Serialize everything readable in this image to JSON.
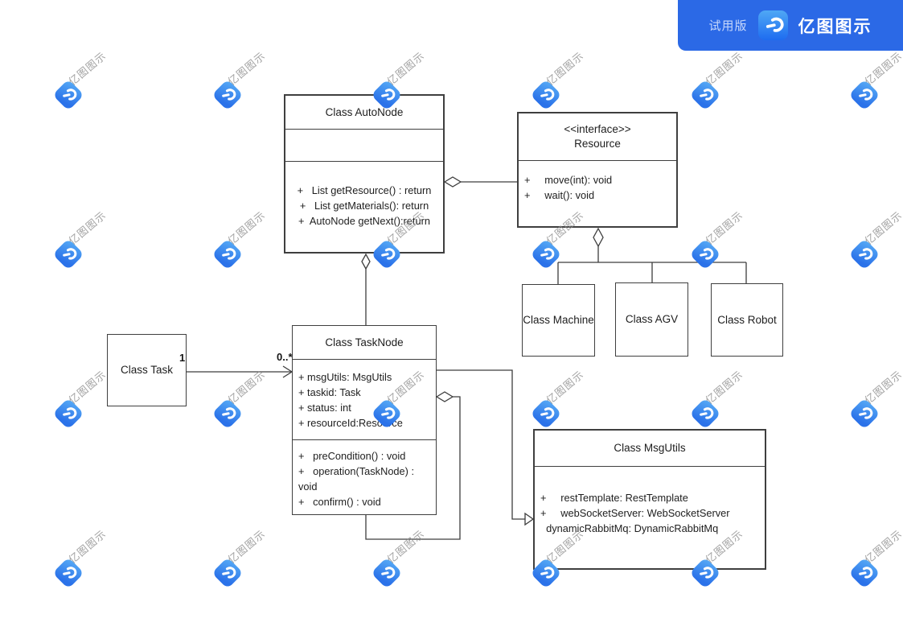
{
  "header": {
    "trial_label": "试用版",
    "brand_name": "亿图图示",
    "banner_color": "#2b69e6"
  },
  "watermark": {
    "text": "亿图图示"
  },
  "diagram": {
    "classes": [
      {
        "title": "Class AutoNode",
        "methods": [
          "+   List getResource() : return",
          "+   List getMaterials(): return",
          "+  AutoNode getNext():return"
        ]
      },
      {
        "stereotype": "<<interface>>",
        "title": "Resource",
        "methods": [
          "+     move(int): void",
          "+     wait(): void"
        ]
      },
      {
        "title": "Class Machine"
      },
      {
        "title": "Class AGV"
      },
      {
        "title": "Class Robot"
      },
      {
        "title": "Class Task"
      },
      {
        "title": "Class TaskNode",
        "attributes": [
          "+ msgUtils: MsgUtils",
          "+ taskid: Task",
          "+ status: int",
          "+ resourceId:Resource"
        ],
        "methods": [
          "+   preCondition() : void",
          "+   operation(TaskNode) : void",
          "+   confirm() : void"
        ]
      },
      {
        "title": "Class MsgUtils",
        "attributes": [
          "+     restTemplate: RestTemplate",
          "+     webSocketServer: WebSocketServer",
          "  dynamicRabbitMq: DynamicRabbitMq"
        ]
      }
    ],
    "labels": {
      "task_multiplicity": "1",
      "tasknode_multiplicity": "0..*"
    }
  }
}
